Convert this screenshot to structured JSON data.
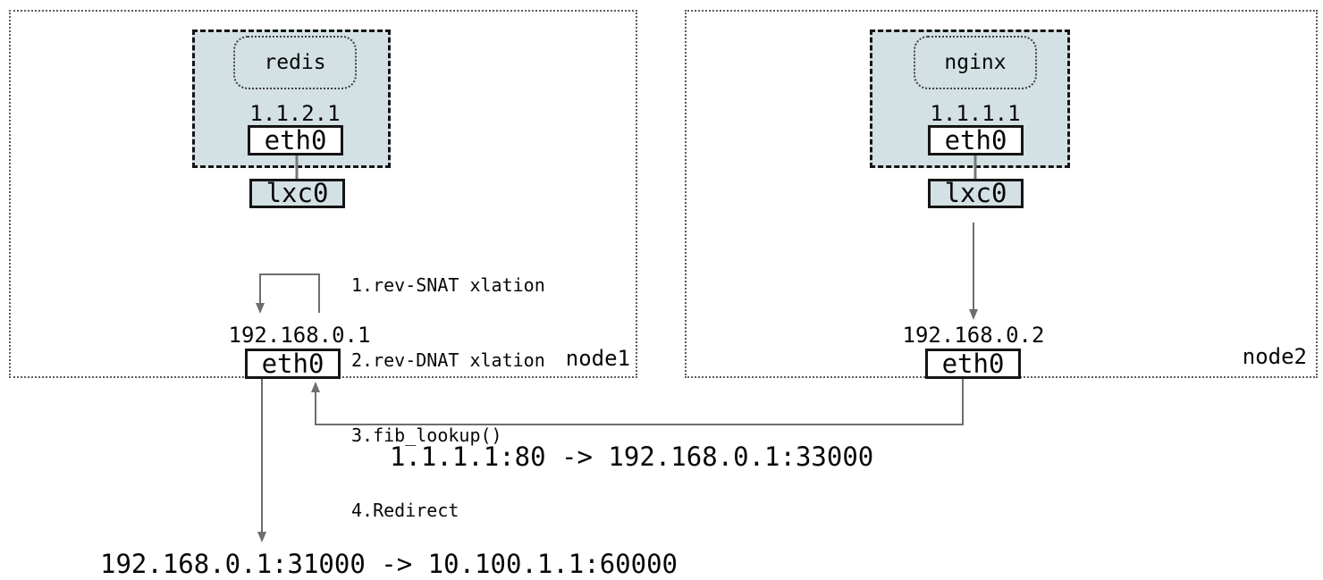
{
  "diagram": {
    "node1": {
      "label": "node1",
      "pod": {
        "app": "redis",
        "ip": "1.1.2.1",
        "iface": "eth0"
      },
      "veth": "lxc0",
      "steps": [
        "1.rev-SNAT xlation",
        "2.rev-DNAT xlation",
        "3.fib_lookup()",
        "4.Redirect"
      ],
      "host_ip": "192.168.0.1",
      "host_iface": "eth0"
    },
    "node2": {
      "label": "node2",
      "pod": {
        "app": "nginx",
        "ip": "1.1.1.1",
        "iface": "eth0"
      },
      "veth": "lxc0",
      "host_ip": "192.168.0.2",
      "host_iface": "eth0"
    },
    "flows": {
      "reply_node2_to_node1": "1.1.1.1:80 -> 192.168.0.1:33000",
      "egress_from_node1": "192.168.0.1:31000 -> 10.100.1.1:60000"
    },
    "colors": {
      "pod_fill": "#d4e1e4",
      "box_border": "#151515",
      "wire_gray": "#6e6e6e",
      "node_border": "#5c5c5c"
    }
  }
}
